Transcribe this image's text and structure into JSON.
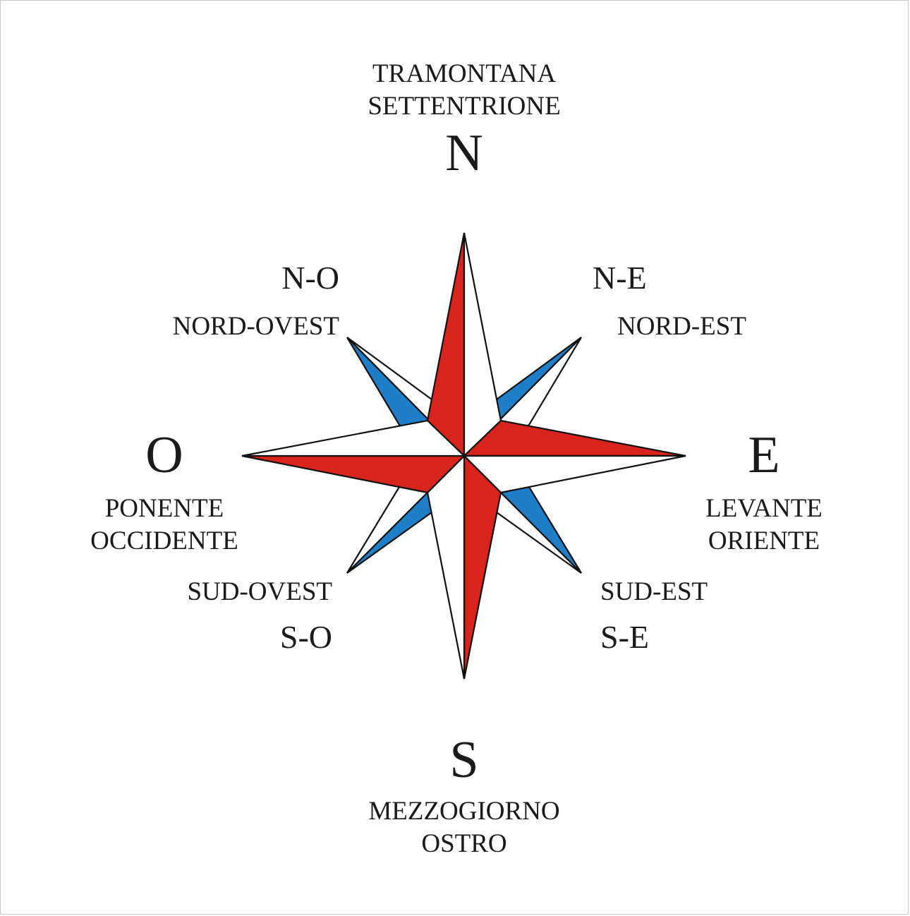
{
  "cardinals": {
    "north": {
      "letter": "N",
      "names": [
        "TRAMONTANA",
        "SETTENTRIONE"
      ]
    },
    "south": {
      "letter": "S",
      "names": [
        "MEZZOGIORNO",
        "OSTRO"
      ]
    },
    "east": {
      "letter": "E",
      "names": [
        "LEVANTE",
        "ORIENTE"
      ]
    },
    "west": {
      "letter": "O",
      "names": [
        "PONENTE",
        "OCCIDENTE"
      ]
    }
  },
  "intercardinals": {
    "northwest": {
      "abbr": "N-O",
      "name": "NORD-OVEST"
    },
    "northeast": {
      "abbr": "N-E",
      "name": "NORD-EST"
    },
    "southwest": {
      "abbr": "S-O",
      "name": "SUD-OVEST"
    },
    "southeast": {
      "abbr": "S-E",
      "name": "SUD-EST"
    }
  },
  "colors": {
    "main_points": "#d9231d",
    "secondary_points": "#1e7fc8",
    "outline": "#111111",
    "background": "#ffffff"
  }
}
